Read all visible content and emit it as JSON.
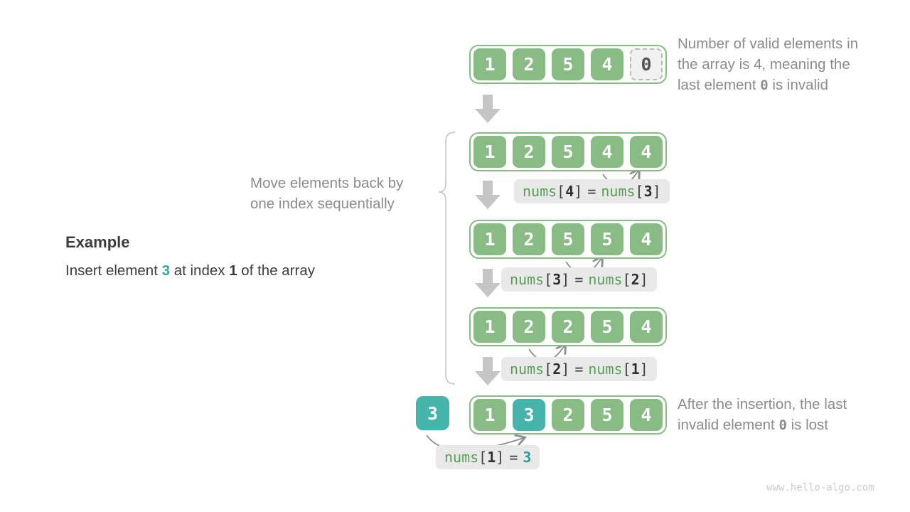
{
  "example": {
    "title": "Example",
    "line_pre": "Insert element ",
    "value": "3",
    "line_mid": " at index ",
    "index": "1",
    "line_post": " of the array"
  },
  "move_note": {
    "line1": "Move elements back by",
    "line2": "one index sequentially"
  },
  "note_top": {
    "line1": "Number of valid elements in",
    "line2": "the array is 4, meaning the",
    "line3_pre": "last element ",
    "code": "0",
    "line3_post": " is invalid"
  },
  "note_bottom": {
    "line1": "After the insertion, the last",
    "line2_pre": "invalid element ",
    "code": "0",
    "line2_post": " is lost"
  },
  "steps": [
    {
      "cells": [
        "1",
        "2",
        "5",
        "4",
        "0"
      ],
      "invalid_cell_index": 4
    },
    {
      "cells": [
        "1",
        "2",
        "5",
        "4",
        "4"
      ]
    },
    {
      "cells": [
        "1",
        "2",
        "5",
        "5",
        "4"
      ]
    },
    {
      "cells": [
        "1",
        "2",
        "2",
        "5",
        "4"
      ]
    },
    {
      "cells": [
        "1",
        "3",
        "2",
        "5",
        "4"
      ],
      "inserted_cell_index": 1
    }
  ],
  "inserted_value": "3",
  "punct": {
    "lb": "[",
    "rb": "]",
    "eq": "="
  },
  "labels": [
    {
      "fn": "nums",
      "idx": "4",
      "rhs_fn": "nums",
      "rhs_idx": "3"
    },
    {
      "fn": "nums",
      "idx": "3",
      "rhs_fn": "nums",
      "rhs_idx": "2"
    },
    {
      "fn": "nums",
      "idx": "2",
      "rhs_fn": "nums",
      "rhs_idx": "1"
    },
    {
      "fn": "nums",
      "idx": "1",
      "rhs_value": "3"
    }
  ],
  "watermark": "www.hello-algo.com",
  "colors": {
    "cell_green": "#89bc84",
    "cell_teal": "#45b5ab",
    "label_bg": "#e9e9e9",
    "code_green": "#57a156",
    "note_gray": "#8c8c8c",
    "arrow_gray": "#c5c5c5",
    "arc_gray": "#8e8e8e"
  }
}
